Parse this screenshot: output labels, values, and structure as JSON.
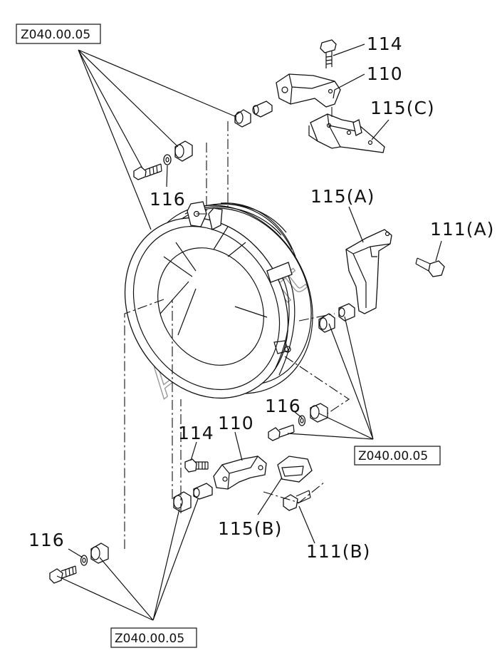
{
  "watermark": "AutoSoft",
  "corner_mark": "",
  "references": {
    "top_left": "Z040.00.05",
    "mid_right": "Z040.00.05",
    "bottom": "Z040.00.05"
  },
  "callouts": {
    "p114_top": "114",
    "p110_top": "110",
    "p115c": "115(C)",
    "p116_upper": "116",
    "p115a": "115(A)",
    "p111a": "111(A)",
    "p116_mid": "116",
    "p114_low": "114",
    "p110_low": "110",
    "p115b": "115(B)",
    "p111b": "111(B)",
    "p116_low": "116"
  }
}
